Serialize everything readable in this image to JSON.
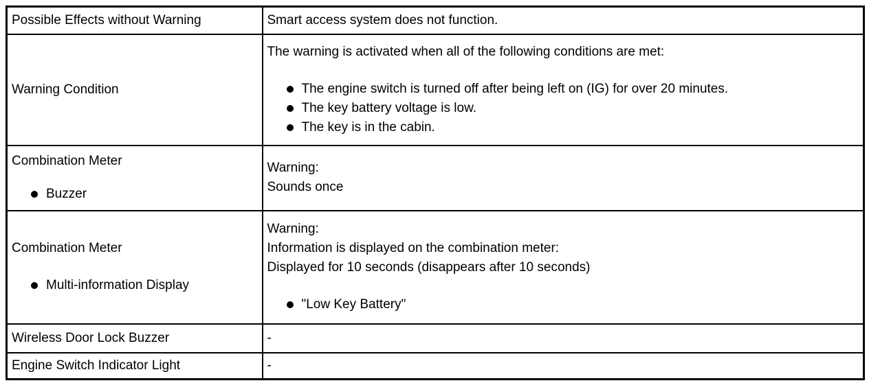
{
  "colors": {
    "background": "#ffffff",
    "text": "#000000",
    "border": "#000000"
  },
  "table": {
    "rows": [
      {
        "label": "Possible Effects without Warning",
        "value": "Smart access system does not function."
      },
      {
        "label": "Warning Condition",
        "value_intro": "The warning is activated when all of the following conditions are met:",
        "value_bullets": [
          "The engine switch is turned off after being left on (IG) for over 20 minutes.",
          "The key battery voltage is low.",
          "The key is in the cabin."
        ]
      },
      {
        "label": "Combination Meter",
        "label_bullets": [
          "Buzzer"
        ],
        "value_lines": [
          "Warning:",
          "Sounds once"
        ]
      },
      {
        "label": "Combination Meter",
        "label_bullets": [
          "Multi-information Display"
        ],
        "value_lines": [
          "Warning:",
          "Information is displayed on the combination meter:",
          "Displayed for 10 seconds (disappears after 10 seconds)"
        ],
        "value_bullets": [
          "\"Low Key Battery\""
        ]
      },
      {
        "label": "Wireless Door Lock Buzzer",
        "value": "-"
      },
      {
        "label": "Engine Switch Indicator Light",
        "value": "-"
      }
    ]
  }
}
